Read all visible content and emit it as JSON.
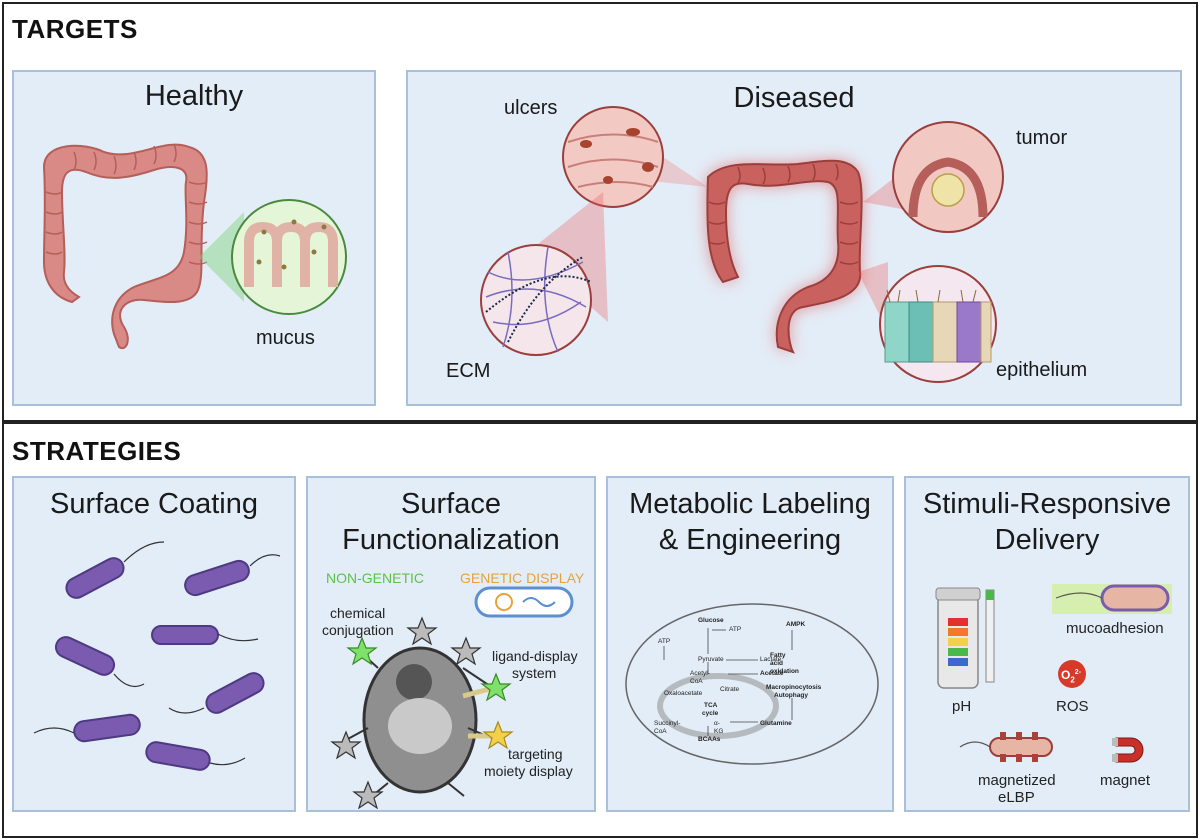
{
  "targets": {
    "title": "TARGETS",
    "healthy": {
      "title": "Healthy",
      "mucus_label": "mucus"
    },
    "diseased": {
      "title": "Diseased",
      "ulcers_label": "ulcers",
      "tumor_label": "tumor",
      "ecm_label": "ECM",
      "epithelium_label": "epithelium"
    }
  },
  "strategies": {
    "title": "STRATEGIES",
    "surface_coating": {
      "title": "Surface Coating"
    },
    "surface_functionalization": {
      "title_line1": "Surface",
      "title_line2": "Functionalization",
      "non_genetic": "NON-GENETIC",
      "genetic_display": "GENETIC DISPLAY",
      "chemical_conjugation_1": "chemical",
      "chemical_conjugation_2": "conjugation",
      "ligand_display_1": "ligand-display",
      "ligand_display_2": "system",
      "targeting_1": "targeting",
      "targeting_2": "moiety display"
    },
    "metabolic": {
      "title_line1": "Metabolic Labeling",
      "title_line2": "& Engineering",
      "pathway": {
        "glucose": "Glucose",
        "atp_top": "ATP",
        "pyruvate": "Pyruvate",
        "lactate": "Lactate",
        "ampk": "AMPK",
        "fatty_acid": "Fatty acid oxidation",
        "atp_left": "ATP",
        "acetyl_coa": "Acetyl-CoA",
        "acetate": "Acetate",
        "oxaloacetate": "Oxaloacetate",
        "citrate": "Citrate",
        "macropinocytosis": "Macropinocytosis",
        "autophagy": "Autophagy",
        "tca": "TCA",
        "cycle": "cycle",
        "succinyl": "Succinyl-CoA",
        "akg": "α-KG",
        "glutamine": "Glutamine",
        "bcaas": "BCAAs"
      }
    },
    "stimuli": {
      "title_line1": "Stimuli-Responsive",
      "title_line2": "Delivery",
      "ph": "pH",
      "mucoadhesion": "mucoadhesion",
      "ros": "ROS",
      "o2_symbol": "O",
      "o2_sub": "2",
      "o2_sup": "2-",
      "magnetized_1": "magnetized",
      "magnetized_2": "eLBP",
      "magnet": "magnet"
    }
  },
  "colors": {
    "panel_bg": "#e3edf7",
    "panel_border": "#a9c0da",
    "colon": "#d98a86",
    "colon_dark": "#b55e5a",
    "diseased_glow": "#e23b3b",
    "bacteria": "#7a5bb0",
    "non_genetic_green": "#5cc24a",
    "genetic_orange": "#e8a23a"
  }
}
